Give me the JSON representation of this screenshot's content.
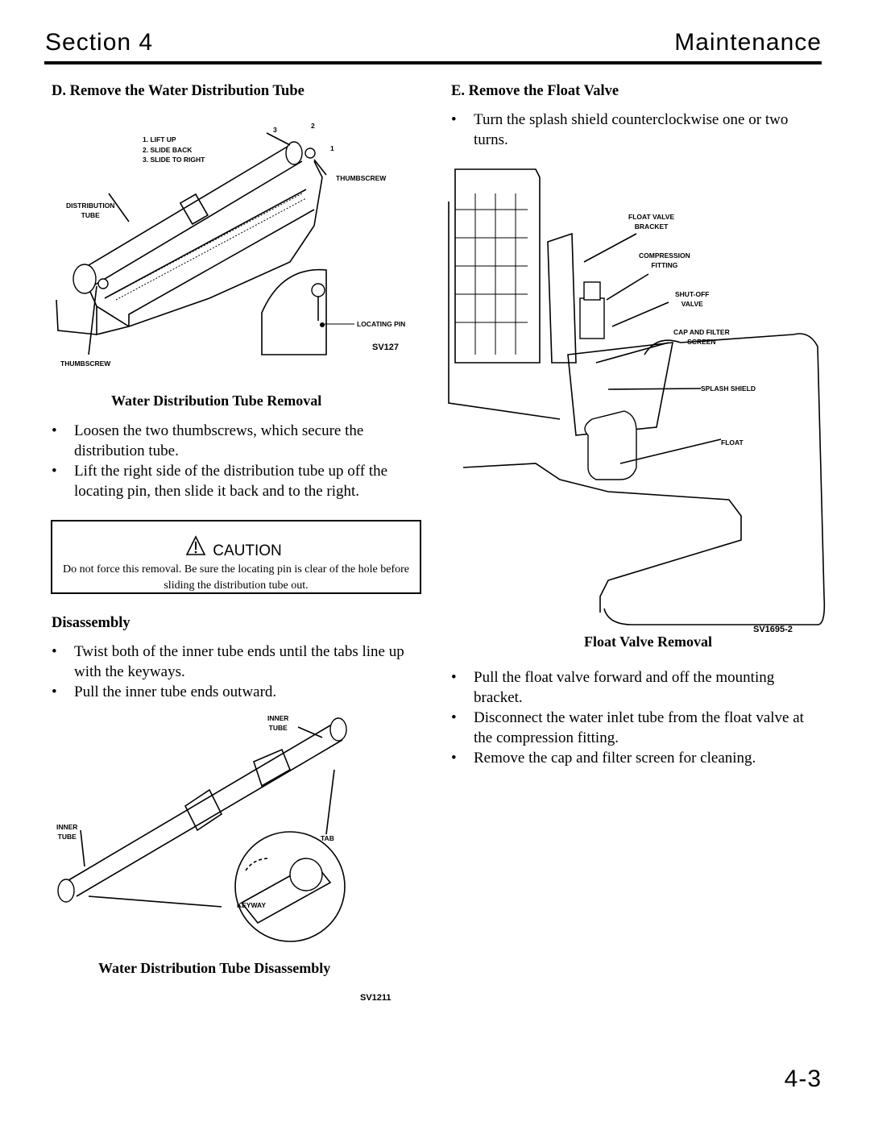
{
  "header": {
    "section": "Section 4",
    "title": "Maintenance"
  },
  "sectionD": {
    "heading": "D. Remove the Water Distribution Tube",
    "fig1": {
      "labels": {
        "steps": [
          "1. LIFT UP",
          "2. SLIDE BACK",
          "3. SLIDE TO RIGHT"
        ],
        "num1": "1",
        "num2": "2",
        "num3": "3",
        "thumbscrew_top": "THUMBSCREW",
        "dist_tube_1": "DISTRIBUTION",
        "dist_tube_2": "TUBE",
        "locating_pin": "LOCATING PIN",
        "code": "SV127",
        "thumbscrew_bottom": "THUMBSCREW"
      },
      "caption": "Water Distribution Tube Removal"
    },
    "bullets": [
      "Loosen the two thumbscrews, which secure the distribution tube.",
      "Lift the right side of the distribution tube up off the locating pin, then slide it back and to the right."
    ],
    "caution": {
      "title": "CAUTION",
      "text": "Do not force this removal. Be sure the locating pin is clear of the hole before sliding the distribution tube out."
    },
    "disassembly": {
      "heading": "Disassembly",
      "bullets": [
        "Twist both of the inner tube ends until the tabs line up with the keyways.",
        "Pull the inner tube ends outward."
      ],
      "fig2": {
        "labels": {
          "inner_tube_top_1": "INNER",
          "inner_tube_top_2": "TUBE",
          "inner_tube_left_1": "INNER",
          "inner_tube_left_2": "TUBE",
          "tab": "TAB",
          "keyway": "KEYWAY"
        },
        "caption": "Water Distribution Tube Disassembly",
        "code": "SV1211"
      }
    }
  },
  "sectionE": {
    "heading": "E. Remove the Float Valve",
    "bullets_top": [
      "Turn the splash shield counterclockwise one or two turns."
    ],
    "fig3": {
      "labels": {
        "fvb_1": "FLOAT VALVE",
        "fvb_2": "BRACKET",
        "cf_1": "COMPRESSION",
        "cf_2": "FITTING",
        "sov_1": "SHUT-OFF",
        "sov_2": "VALVE",
        "cfs_1": "CAP AND FILTER",
        "cfs_2": "SCREEN",
        "splash": "SPLASH SHIELD",
        "float": "FLOAT"
      },
      "code": "SV1695-2",
      "caption": "Float Valve Removal"
    },
    "bullets_bottom": [
      "Pull the float valve forward and off the mounting bracket.",
      "Disconnect the water inlet tube from the float valve at the compression fitting.",
      "Remove the cap and filter screen for cleaning."
    ]
  },
  "footer": {
    "page_number": "4-3"
  },
  "bullet_glyph": "•"
}
